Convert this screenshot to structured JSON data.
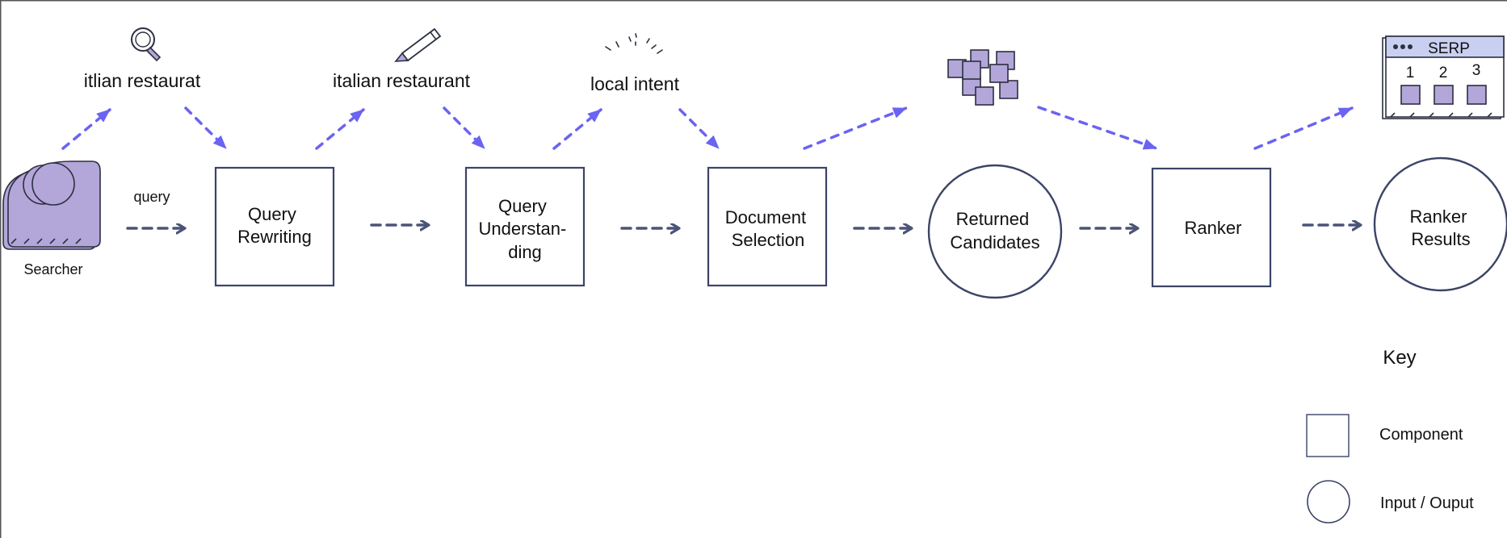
{
  "searcher": {
    "label": "Searcher",
    "edge_label": "query"
  },
  "components": {
    "query_rewriting": [
      "Query",
      "Rewriting"
    ],
    "query_understanding": [
      "Query",
      "Understan-",
      "ding"
    ],
    "document_selection": [
      "Document",
      "Selection"
    ],
    "ranker": [
      "Ranker"
    ]
  },
  "io": {
    "returned_candidates": [
      "Returned",
      "Candidates"
    ],
    "ranker_results": [
      "Ranker",
      "Results"
    ]
  },
  "annotations": {
    "misspelled_query": "itlian restaurat",
    "corrected_query": "italian restaurant",
    "intent": "local intent"
  },
  "serp": {
    "title": "SERP",
    "slots": [
      "1",
      "2",
      "3"
    ]
  },
  "key": {
    "title": "Key",
    "component": "Component",
    "io": "Input / Ouput"
  },
  "colors": {
    "accent": "#6b63f2",
    "flow": "#4a5478",
    "fill": "#b3a6d9",
    "stroke": "#3b4466"
  },
  "icons": [
    "magnifier-icon",
    "pencil-icon",
    "sparkle-icon",
    "documents-icon",
    "serp-icon",
    "person-icon"
  ]
}
